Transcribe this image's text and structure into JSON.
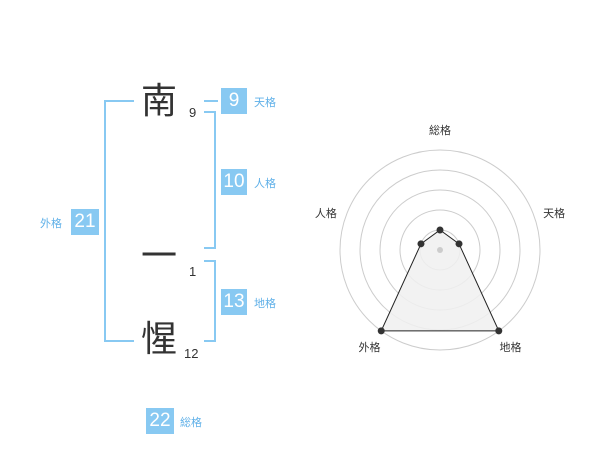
{
  "name": {
    "chars": [
      {
        "char": "南",
        "strokes": "9"
      },
      {
        "char": "一",
        "strokes": "1"
      },
      {
        "char": "惺",
        "strokes": "12"
      }
    ]
  },
  "fortune": {
    "tenkaku": {
      "value": "9",
      "label": "天格"
    },
    "jinkaku": {
      "value": "10",
      "label": "人格"
    },
    "chikaku": {
      "value": "13",
      "label": "地格"
    },
    "gaikaku": {
      "value": "21",
      "label": "外格"
    },
    "soukaku": {
      "value": "22",
      "label": "総格"
    }
  },
  "chart_data": {
    "type": "radar",
    "axes": [
      "総格",
      "天格",
      "地格",
      "外格",
      "人格"
    ],
    "values": [
      1,
      1,
      5,
      5,
      1
    ],
    "rmax": 5,
    "rings": 5,
    "colors": {
      "ring": "#cccccc",
      "fill": "#f0f0f0",
      "line": "#222222",
      "point": "#333333"
    }
  }
}
